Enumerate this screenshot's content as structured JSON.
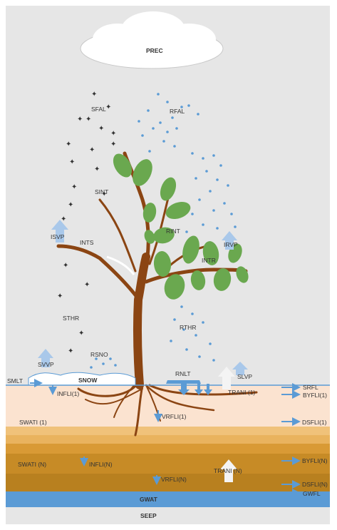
{
  "colors": {
    "background": "#e6e6e6",
    "cloud": "#ffffff",
    "rain": "#5b9bd5",
    "snow": "#ffffff",
    "trunk": "#8b4513",
    "leaf": "#6aa84f",
    "soil_top": "#fbe3d0",
    "soil_band1": "#f0c27a",
    "soil_band2": "#e9b35e",
    "soil_band3": "#d6962f",
    "soil_deep": "#b8801f",
    "groundwater": "#5b9bd5",
    "arrow": "#5b9bd5",
    "arrow_light": "#a9c8ea"
  },
  "labels": {
    "prec": "PREC",
    "sfal": "SFAL",
    "rfal": "RFAL",
    "sint": "SINT",
    "isvp": "ISVP",
    "ints": "INTS",
    "rint": "RINT",
    "irvp": "IRVP",
    "intr": "INTR",
    "sthr": "STHR",
    "rthr": "RTHR",
    "svvp": "SVVP",
    "rsno": "RSNO",
    "smlt": "SMLT",
    "snow": "SNOW",
    "rnlt": "RNLT",
    "slvp": "SLVP",
    "srfl": "SRFL",
    "byfl1": "BYFLI(1)",
    "infl1": "INFLI(1)",
    "tran1": "TRANI (1)",
    "vrfl1": "VRFLI(1)",
    "swat1": "SWATI (1)",
    "dsfl1": "DSFLI(1)",
    "swatn": "SWATI (N)",
    "infln": "INFLI(N)",
    "trann": "TRANI (N)",
    "byfln": "BYFLI(N)",
    "vrfln": "VRFLI(N)",
    "dsfln": "DSFLI(N)",
    "gwat": "GWAT",
    "gwfl": "GWFL",
    "seep": "SEEP"
  }
}
